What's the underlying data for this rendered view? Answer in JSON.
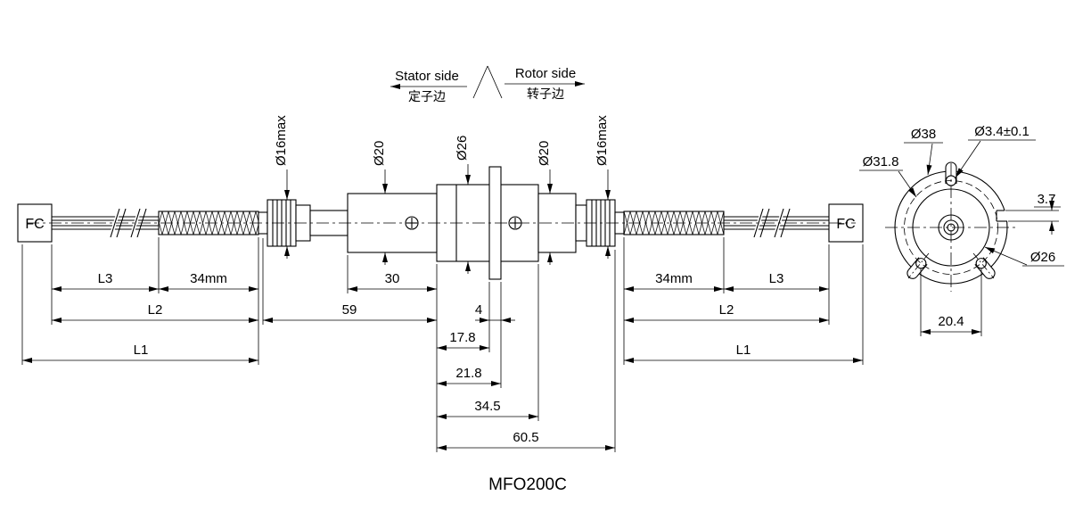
{
  "drawing": {
    "title": "MFO200C"
  },
  "orientation": {
    "stator": {
      "label_en": "Stator side",
      "label_zh": "定子边"
    },
    "rotor": {
      "label_en": "Rotor side",
      "label_zh": "转子边"
    }
  },
  "side_view": {
    "connector_left": "FC",
    "connector_right": "FC",
    "diameters": {
      "d16_left": "Ø16max",
      "d20_left": "Ø20",
      "d26": "Ø26",
      "d20_right": "Ø20",
      "d16_right": "Ø16max"
    },
    "dimensions": {
      "l3_left": "L3",
      "seg_34_left": "34mm",
      "seg_30": "30",
      "seg_34_right": "34mm",
      "l3_right": "L3",
      "l2_left": "L2",
      "seg_59": "59",
      "seg_4": "4",
      "l2_right": "L2",
      "l1_left": "L1",
      "l1_right": "L1",
      "seg_17_8": "17.8",
      "seg_21_8": "21.8",
      "seg_34_5": "34.5",
      "seg_60_5": "60.5"
    }
  },
  "end_view": {
    "dimensions": {
      "d38": "Ø38",
      "d3_4": "Ø3.4±0.1",
      "d31_8": "Ø31.8",
      "w3_7": "3.7",
      "d26": "Ø26",
      "w20_4": "20.4"
    }
  }
}
